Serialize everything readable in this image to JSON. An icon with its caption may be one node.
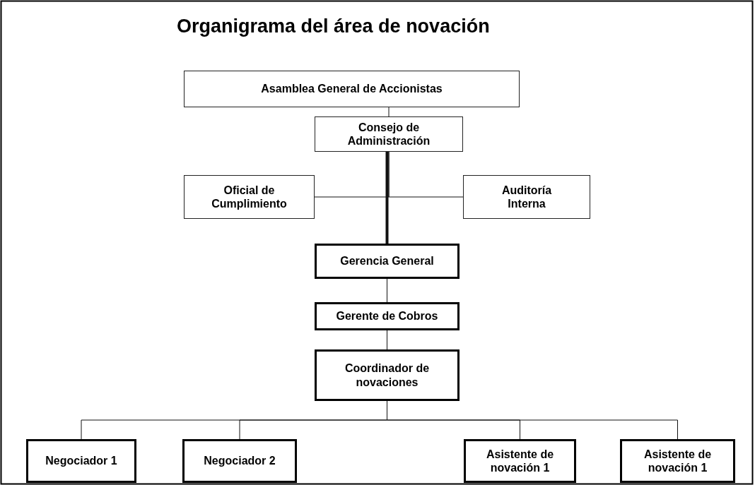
{
  "diagram": {
    "title": "Organigrama del área de novación",
    "nodes": [
      {
        "text": [
          "Asamblea General de Accionistas"
        ]
      },
      {
        "text": [
          "Consejo de Administración"
        ]
      },
      {
        "text": [
          "Oficial de Cumplimiento"
        ]
      },
      {
        "text": [
          "Auditoría Interna"
        ]
      },
      {
        "text": [
          "Gerencia General"
        ]
      },
      {
        "text": [
          "Gerente de Cobros"
        ]
      },
      {
        "text": [
          "Coordinador de novaciones"
        ]
      },
      {
        "text": [
          "Negociador 1"
        ]
      },
      {
        "text": [
          "Negociador 2"
        ]
      },
      {
        "text": [
          "Asistente de novación 1"
        ]
      },
      {
        "text": [
          "Asistente de novación 1"
        ]
      }
    ],
    "edges": [
      {
        "from": 0,
        "to": 1,
        "arrow": "none"
      },
      {
        "from": 1,
        "to": 2,
        "arrow": "none"
      },
      {
        "from": 1,
        "to": 3,
        "arrow": "none"
      },
      {
        "from": 1,
        "to": 4,
        "arrow": "none",
        "style": "thick"
      },
      {
        "from": 4,
        "to": 5,
        "arrow": "none"
      },
      {
        "from": 5,
        "to": 6,
        "arrow": "none"
      },
      {
        "from": 6,
        "to": 7,
        "arrow": "none"
      },
      {
        "from": 6,
        "to": 8,
        "arrow": "none"
      },
      {
        "from": 6,
        "to": 9,
        "arrow": "none"
      },
      {
        "from": 6,
        "to": 10,
        "arrow": "none"
      }
    ]
  }
}
